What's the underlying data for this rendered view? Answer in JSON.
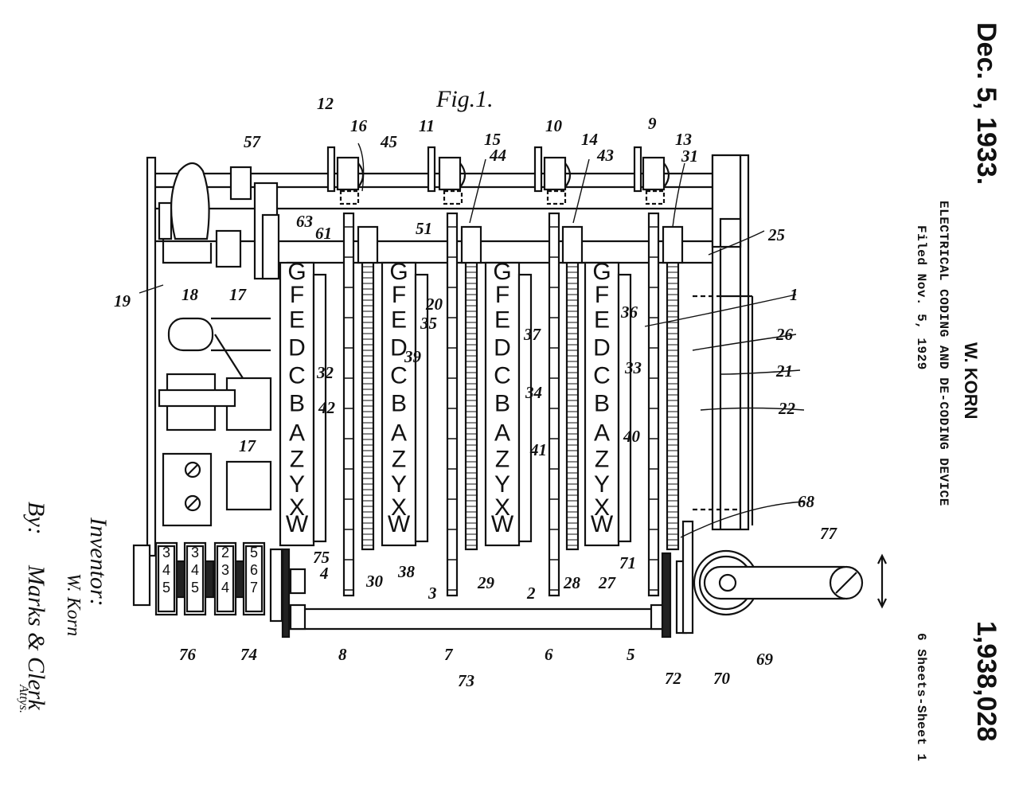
{
  "patent": {
    "date": "Dec. 5, 1933.",
    "inventor_name": "W. KORN",
    "number": "1,938,028",
    "title": "ELECTRICAL CODING AND DE-CODING DEVICE",
    "filed": "Filed Nov. 5, 1929",
    "sheets": "6 Sheets-Sheet 1"
  },
  "figure": {
    "title": "Fig.1.",
    "drum_letters": [
      "G",
      "F",
      "E",
      "D",
      "C",
      "B",
      "A",
      "Z",
      "Y",
      "X",
      "W"
    ],
    "counter_wheels": [
      [
        "3",
        "4",
        "5"
      ],
      [
        "3",
        "4",
        "5"
      ],
      [
        "2",
        "3",
        "4"
      ],
      [
        "5",
        "6",
        "7"
      ]
    ],
    "reference_numerals": {
      "top": [
        "12",
        "16",
        "11",
        "15",
        "10",
        "14",
        "9",
        "13",
        "57",
        "45",
        "44",
        "43",
        "31",
        "63",
        "61",
        "51",
        "25"
      ],
      "left": [
        "19",
        "18",
        "17",
        "17"
      ],
      "middle": [
        "20",
        "35",
        "39",
        "32",
        "42",
        "37",
        "34",
        "41",
        "36",
        "33",
        "40",
        "1",
        "26",
        "21",
        "22"
      ],
      "bottom": [
        "75",
        "4",
        "30",
        "38",
        "3",
        "29",
        "2",
        "28",
        "27",
        "68",
        "71",
        "77",
        "76",
        "74",
        "8",
        "7",
        "73",
        "6",
        "5",
        "72",
        "70",
        "69"
      ]
    },
    "arrow": "double-headed-vertical-arrow"
  },
  "signature": {
    "inventor_label": "Inventor:",
    "inventor": "W. Korn",
    "by": "By:",
    "attorneys": "Marks & Clerk",
    "attys_suffix": "Attys."
  }
}
